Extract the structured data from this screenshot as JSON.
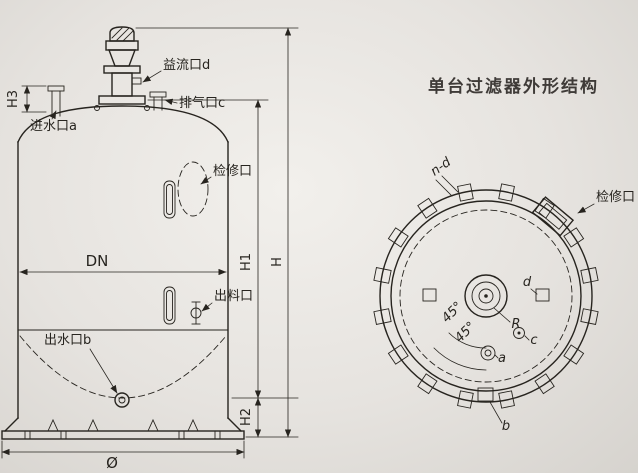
{
  "title": "单台过滤器外形结构",
  "colors": {
    "line": "#27241f",
    "title_text": "#3f3b38",
    "bg_center": "#f2f0ec",
    "bg_mid": "#e6e3df",
    "bg_edge": "#d6d3ce"
  },
  "elevation": {
    "labels": {
      "overflow_port": "益流口d",
      "vent_port": "排气口c",
      "inlet_port": "进水口a",
      "manhole": "检修口",
      "nominal_diameter": "DN",
      "discharge_port": "出料口",
      "outlet_port": "出水口b"
    },
    "dimensions": {
      "h3": "H3",
      "h1": "H1",
      "h": "H",
      "h2": "H2",
      "diameter": "Ø"
    }
  },
  "plan": {
    "labels": {
      "bolt_holes": "n-d",
      "manhole": "检修口",
      "port_d": "d",
      "radius": "R",
      "port_c": "c",
      "port_a": "a",
      "port_b": "b",
      "angle_1": "45°",
      "angle_2": "45°"
    }
  }
}
